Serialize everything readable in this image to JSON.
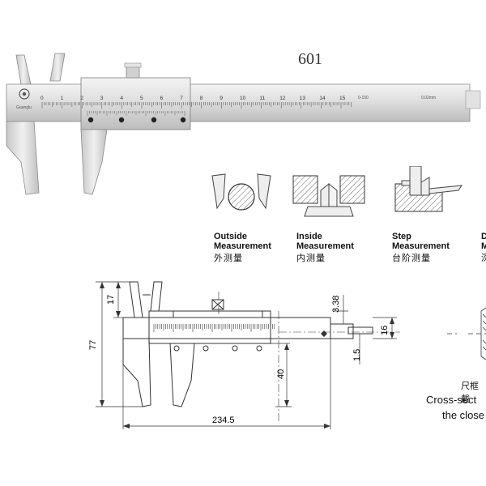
{
  "model_number": "601",
  "brand_text": "Guanglu",
  "main_scale_numbers": [
    "0",
    "1",
    "2",
    "3",
    "4",
    "5",
    "6",
    "7",
    "8",
    "9",
    "10",
    "11",
    "12",
    "13",
    "14",
    "15"
  ],
  "scale_marks": {
    "resolution": "0.02mm",
    "range": "0-150"
  },
  "modes": [
    {
      "en_line1": "Outside",
      "en_line2": "Measurement",
      "cn": "外测量"
    },
    {
      "en_line1": "Inside",
      "en_line2": "Measurement",
      "cn": "内测量"
    },
    {
      "en_line1": "Step",
      "en_line2": "Measurement",
      "cn": "台阶测量"
    },
    {
      "en_line1": "D",
      "en_line2": "M",
      "cn": "深"
    }
  ],
  "dimensions": {
    "overall_height": "77",
    "jaw_height": "17",
    "overall_length": "234.5",
    "depth_rod": "40",
    "beam_thickness": "3.38",
    "beam_width": "16",
    "offset": "1.5"
  },
  "cross_section": {
    "cn": "尺框截",
    "en_line1": "Cross-sect",
    "en_line2": "the close"
  }
}
